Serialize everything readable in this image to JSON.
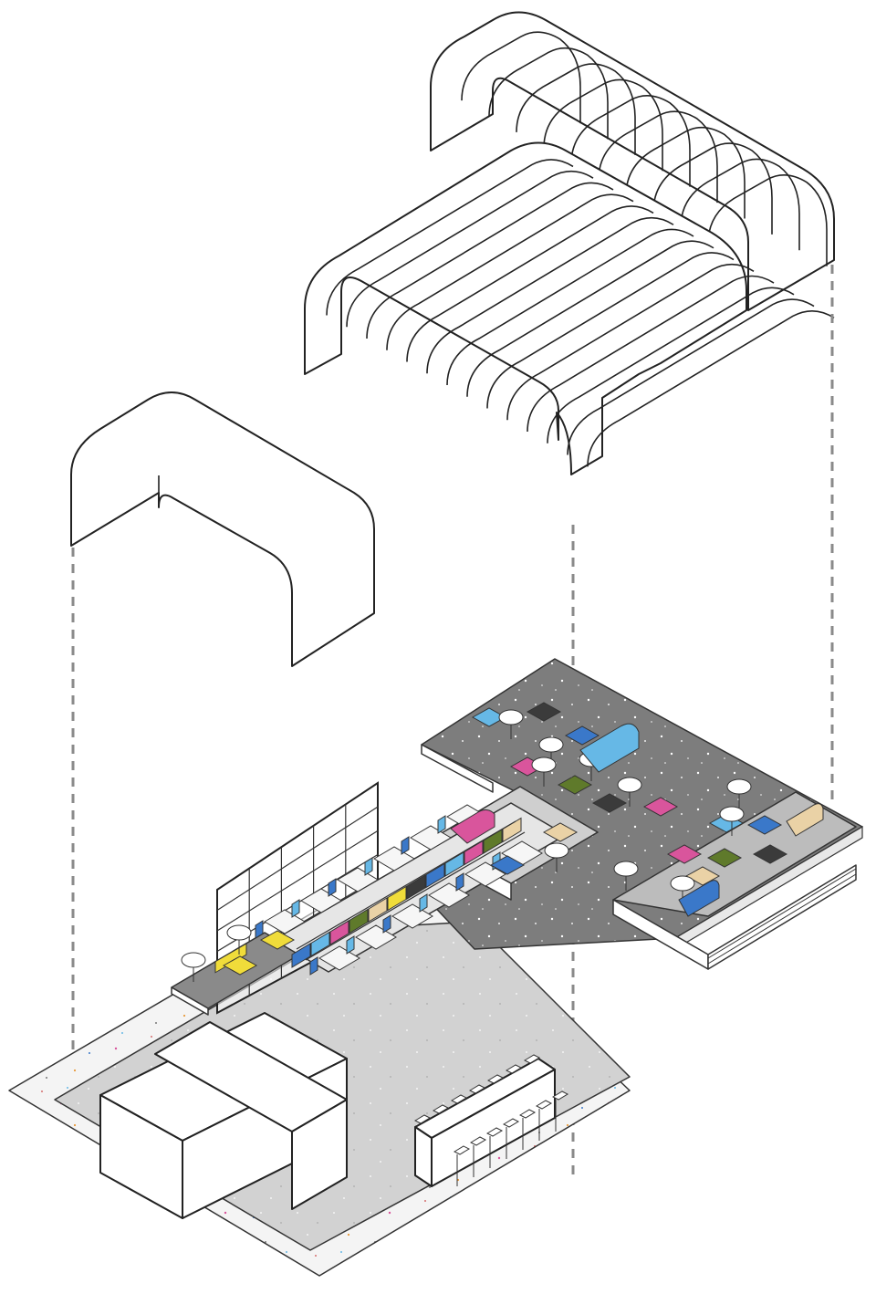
{
  "diagram": {
    "type": "exploded-axonometric",
    "canopies": [
      {
        "name": "canopy-small",
        "ribs": 1
      },
      {
        "name": "canopy-middle",
        "ribs": 14
      },
      {
        "name": "canopy-top",
        "ribs": 10
      }
    ],
    "colors": {
      "floor_light": "#d9d9d9",
      "floor_dark": "#7d7d7d",
      "terrazzo_white": "#f4f4f4",
      "blue": "#3a78c9",
      "sky": "#66b8e6",
      "pink": "#d9559c",
      "olive": "#5f7a2b",
      "beige": "#ead2a6",
      "yellow": "#f0dc3a",
      "charcoal": "#3b3b3b",
      "white": "#ffffff"
    },
    "zones": [
      "terrazzo-floor",
      "dark-lounge-deck",
      "dining-area",
      "service-counter",
      "bar-counter",
      "glass-partition",
      "raised-lounge-platform"
    ]
  }
}
